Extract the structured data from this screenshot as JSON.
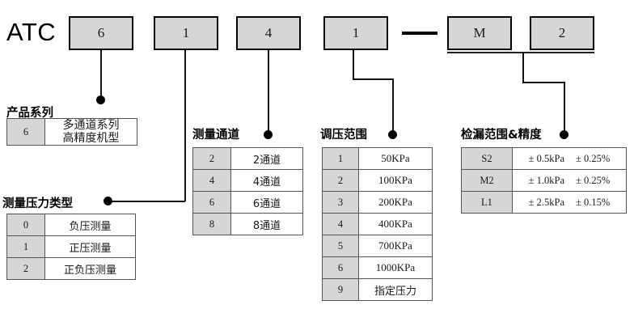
{
  "diagram": {
    "brand": "ATC",
    "separator_dash": "—",
    "code_boxes": [
      {
        "name": "series",
        "value": "6"
      },
      {
        "name": "pressure-type",
        "value": "1"
      },
      {
        "name": "channels",
        "value": "4"
      },
      {
        "name": "pressure-range",
        "value": "1"
      },
      {
        "name": "leak-range-letter",
        "value": "M"
      },
      {
        "name": "leak-range-digit",
        "value": "2"
      }
    ],
    "groups": [
      {
        "key": "product_series",
        "heading": "产品系列",
        "rows": [
          {
            "code": "6",
            "value_line1": "多通道系列",
            "value_line2": "高精度机型"
          }
        ]
      },
      {
        "key": "pressure_type",
        "heading": "测量压力类型",
        "rows": [
          {
            "code": "0",
            "value": "负压测量"
          },
          {
            "code": "1",
            "value": "正压测量"
          },
          {
            "code": "2",
            "value": "正负压测量"
          }
        ]
      },
      {
        "key": "channels",
        "heading": "测量通道",
        "rows": [
          {
            "code": "2",
            "value": "2通道"
          },
          {
            "code": "4",
            "value": "4通道"
          },
          {
            "code": "6",
            "value": "6通道"
          },
          {
            "code": "8",
            "value": "8通道"
          }
        ]
      },
      {
        "key": "pressure_range",
        "heading": "调压范围",
        "rows": [
          {
            "code": "1",
            "value": "50KPa"
          },
          {
            "code": "2",
            "value": "100KPa"
          },
          {
            "code": "3",
            "value": "200KPa"
          },
          {
            "code": "4",
            "value": "400KPa"
          },
          {
            "code": "5",
            "value": "700KPa"
          },
          {
            "code": "6",
            "value": "1000KPa"
          },
          {
            "code": "9",
            "value": "指定压力"
          }
        ]
      },
      {
        "key": "leak_range_accuracy",
        "heading": "检漏范围&精度",
        "rows": [
          {
            "code": "S2",
            "range": "± 0.5kPa",
            "accuracy": "± 0.25%"
          },
          {
            "code": "M2",
            "range": "± 1.0kPa",
            "accuracy": "± 0.25%"
          },
          {
            "code": "L1",
            "range": "± 2.5kPa",
            "accuracy": "± 0.15%"
          }
        ]
      }
    ],
    "colors": {
      "box_fill": "#d6d6d6",
      "box_border": "#000000",
      "line": "#111111",
      "text": "#000000"
    }
  }
}
